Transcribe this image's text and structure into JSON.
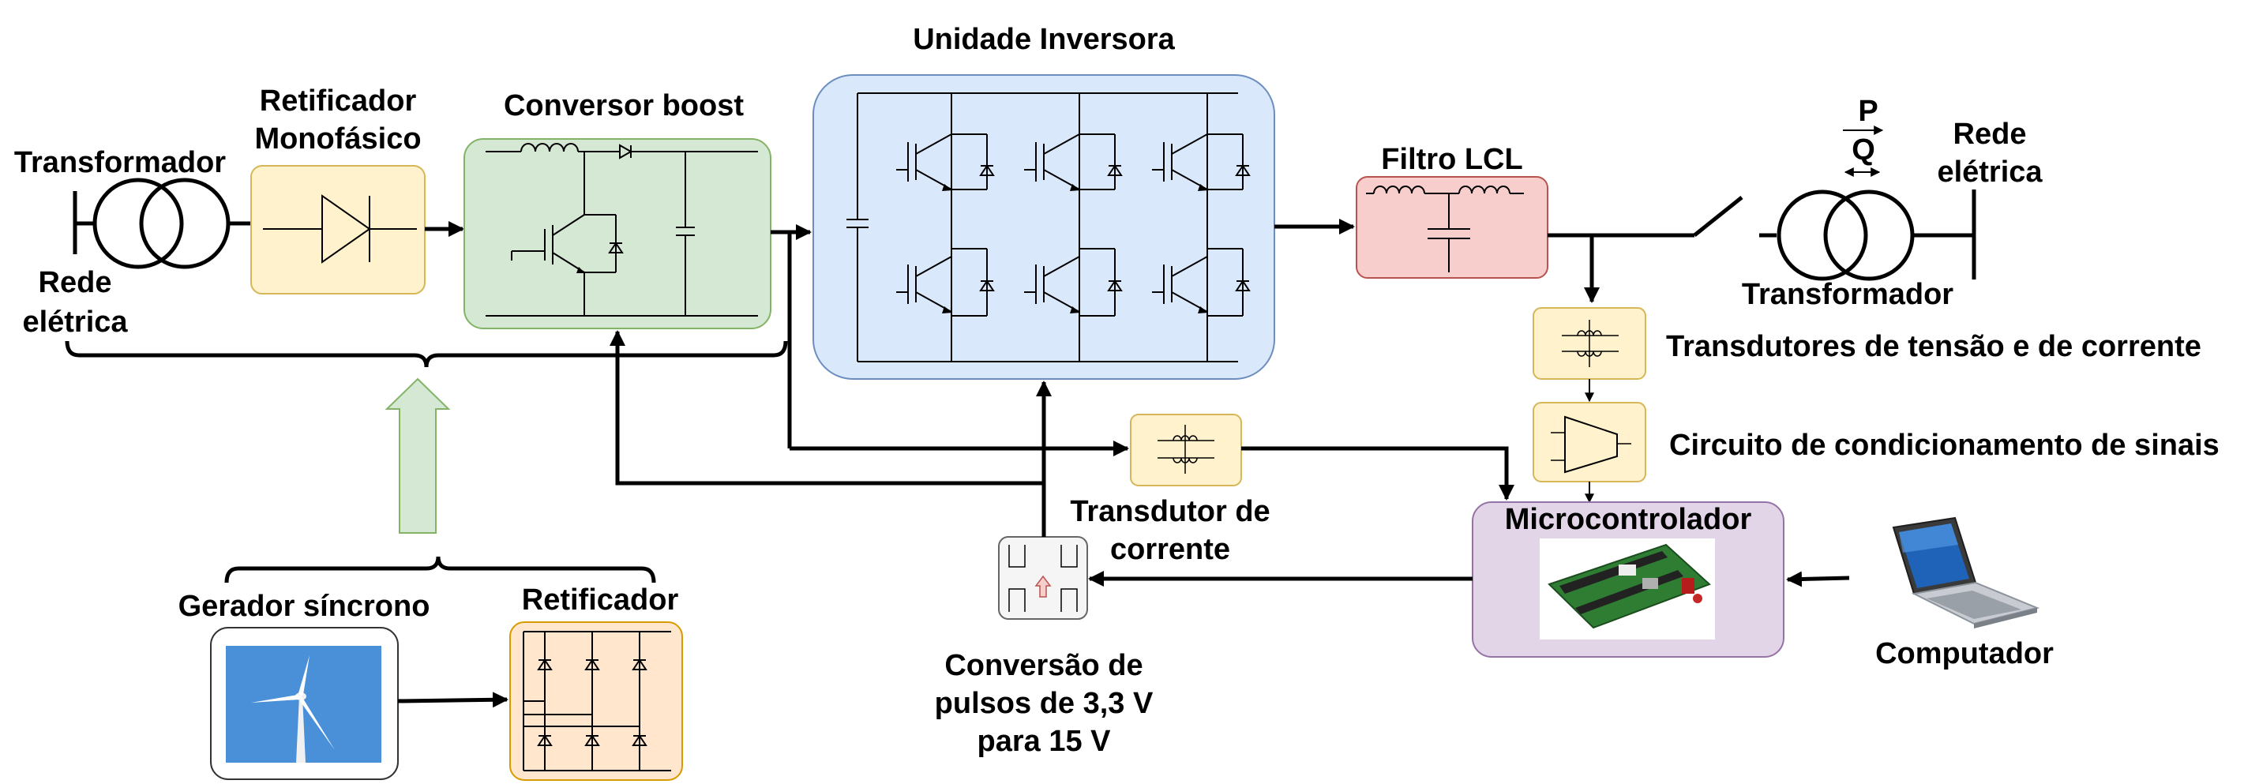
{
  "colors": {
    "yellow_fill": "#fff2cc",
    "yellow_stroke": "#d6b656",
    "green_fill": "#d5e8d4",
    "green_stroke": "#82b366",
    "blue_fill": "#dae8fc",
    "blue_stroke": "#6c8ebf",
    "red_fill": "#f8cecc",
    "red_stroke": "#b85450",
    "purple_fill": "#e1d5e7",
    "purple_stroke": "#9673a6",
    "orange_fill": "#ffe6cc",
    "orange_stroke": "#d79b00",
    "arrow_green_fill": "#d5e8d4",
    "arrow_green_stroke": "#82b366",
    "wind_sky": "#4a90d9"
  },
  "labels": {
    "transformer_left": "Transformador",
    "grid_left_1": "Rede",
    "grid_left_2": "elétrica",
    "rectifier_mono_1": "Retificador",
    "rectifier_mono_2": "Monofásico",
    "boost_converter": "Conversor boost",
    "inverter_unit": "Unidade Inversora",
    "lcl_filter": "Filtro LCL",
    "pq_p": "P",
    "pq_q": "Q",
    "grid_right_1": "Rede",
    "grid_right_2": "elétrica",
    "transformer_right": "Transformador",
    "vi_transducers": "Transdutores de tensão e de corrente",
    "signal_conditioning": "Circuito de condicionamento de sinais",
    "microcontroller": "Microcontrolador",
    "current_transducer_1": "Transdutor de",
    "current_transducer_2": "corrente",
    "pulse_conv_1": "Conversão de",
    "pulse_conv_2": "pulsos de 3,3 V",
    "pulse_conv_3": "para 15 V",
    "computer": "Computador",
    "sync_generator": "Gerador síncrono",
    "rectifier": "Retificador"
  },
  "icons": {
    "transformer": "transformer-icon",
    "diode": "diode-icon",
    "inductor": "inductor-icon",
    "capacitor": "capacitor-icon",
    "igbt": "igbt-icon",
    "switch": "switch-icon",
    "current_transducer": "current-transducer-icon",
    "amplifier": "amplifier-icon",
    "microcontroller_board": "microcontroller-board-icon",
    "laptop": "laptop-icon",
    "wind_turbine": "wind-turbine-icon",
    "level_shifter": "level-shifter-icon"
  }
}
